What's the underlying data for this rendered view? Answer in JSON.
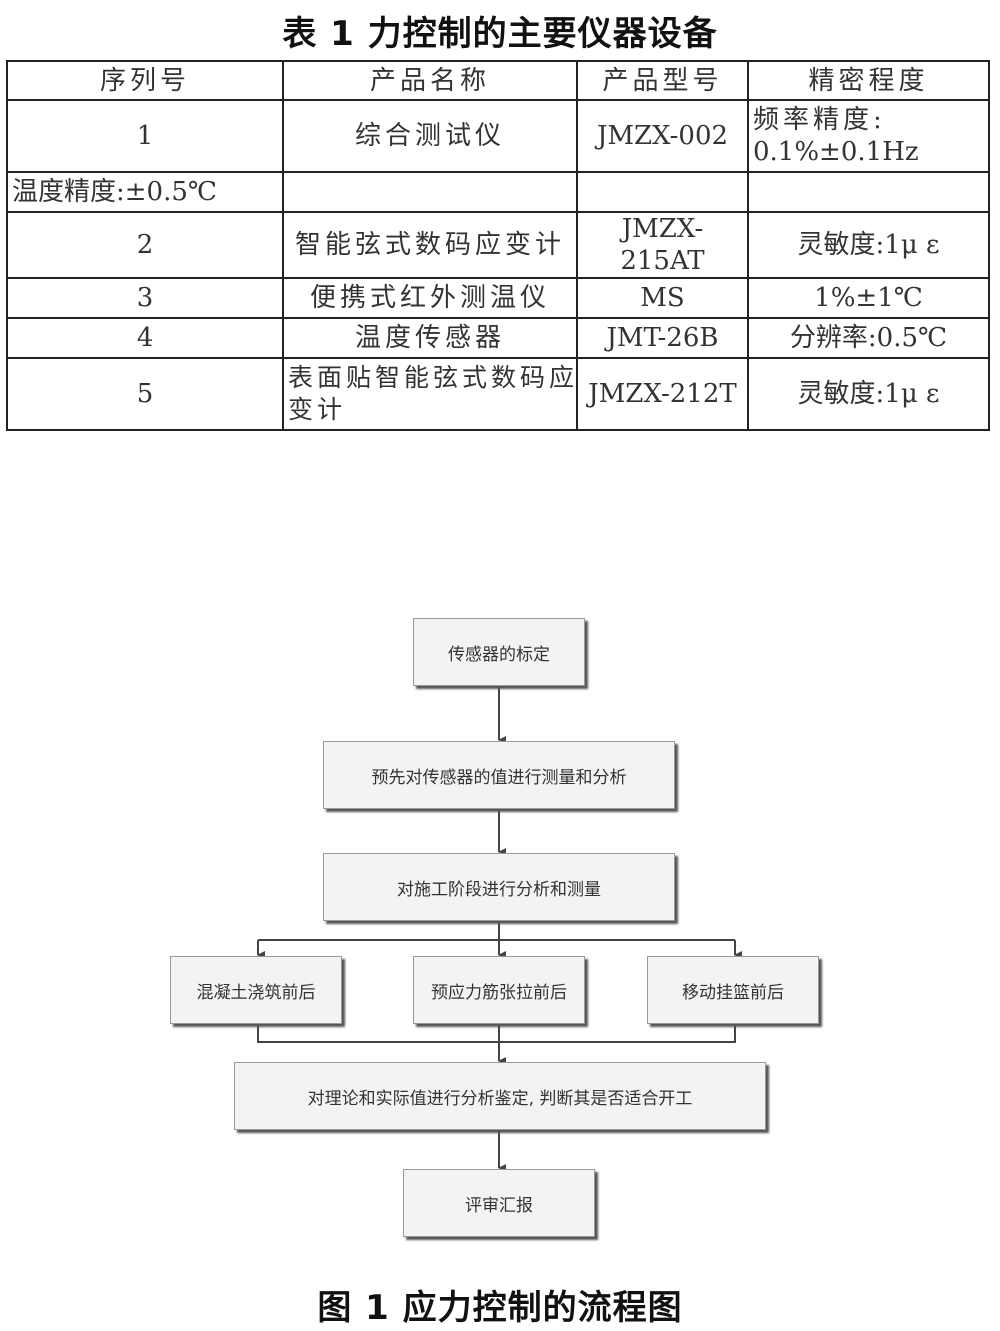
{
  "table": {
    "title": "表 1  力控制的主要仪器设备",
    "headers": [
      "序列号",
      "产品名称",
      "产品型号",
      "精密程度"
    ],
    "rows": [
      {
        "no": "1",
        "name": "综合测试仪",
        "model": "JMZX-002",
        "precision_line1": "频率精度:",
        "precision_line2": "0.1%±0.1Hz"
      },
      {
        "note": "温度精度:±0.5℃"
      },
      {
        "no": "2",
        "name": "智能弦式数码应变计",
        "model": "JMZX-215AT",
        "precision": "灵敏度:1μ ε"
      },
      {
        "no": "3",
        "name": "便携式红外测温仪",
        "model": "MS",
        "precision": "1%±1℃"
      },
      {
        "no": "4",
        "name": "温度传感器",
        "model": "JMT-26B",
        "precision": "分辨率:0.5℃"
      },
      {
        "no": "5",
        "name_line1": "表面贴智能弦式数码应",
        "name_line2": "变计",
        "model": "JMZX-212T",
        "precision": "灵敏度:1μ ε"
      }
    ]
  },
  "flowchart": {
    "steps": [
      "传感器的标定",
      "预先对传感器的值进行测量和分析",
      "对施工阶段进行分析和测量",
      "混凝土浇筑前后",
      "预应力筋张拉前后",
      "移动挂篮前后",
      "对理论和实际值进行分析鉴定, 判断其是否适合开工",
      "评审汇报"
    ],
    "caption": "图 1  应力控制的流程图"
  }
}
